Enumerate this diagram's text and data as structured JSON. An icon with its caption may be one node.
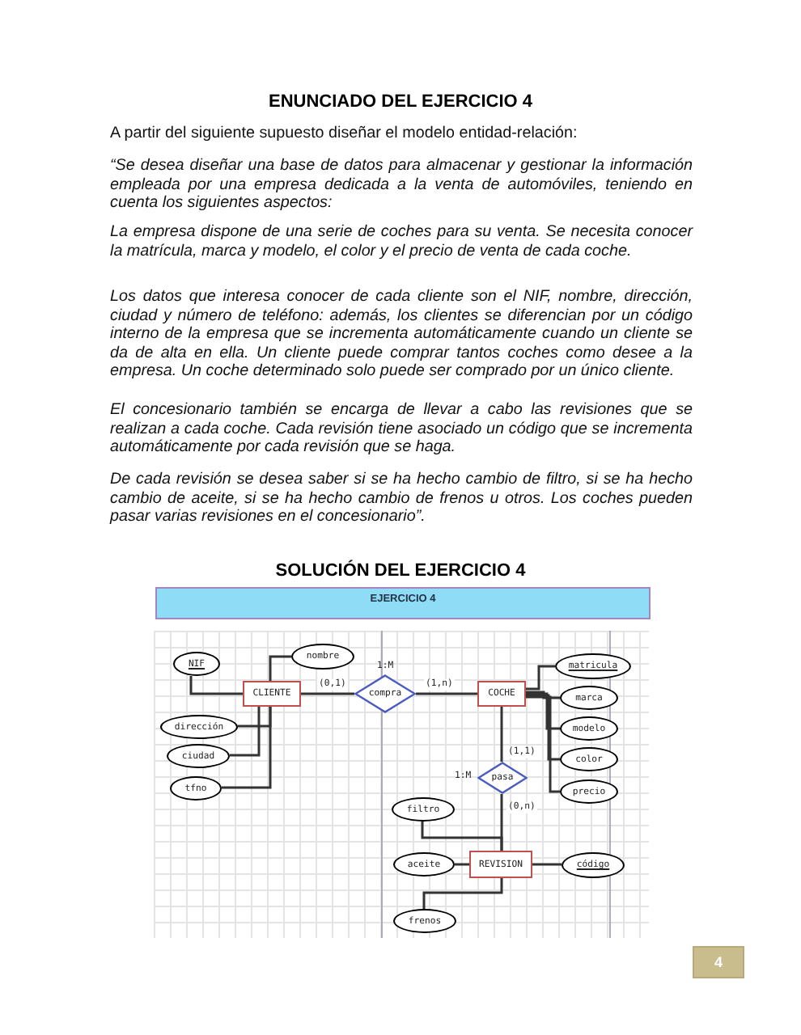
{
  "diagram": {
    "title": "ENUNCIADO DEL EJERCICIO 4",
    "nodes": [
      {
        "text": [
          "NIF"
        ]
      },
      {
        "text": [
          "nombre"
        ]
      },
      {
        "text": [
          "CLIENTE"
        ]
      },
      {
        "text": [
          "compra"
        ],
        "beside": [
          "1:M"
        ]
      },
      {
        "text": [
          "COCHE"
        ]
      },
      {
        "text": [
          "matricula"
        ]
      },
      {
        "text": [
          "marca"
        ]
      },
      {
        "text": [
          "modelo"
        ]
      },
      {
        "text": [
          "color"
        ]
      },
      {
        "text": [
          "precio"
        ]
      },
      {
        "text": [
          "dirección"
        ]
      },
      {
        "text": [
          "ciudad"
        ]
      },
      {
        "text": [
          "tfno"
        ]
      },
      {
        "text": [
          "pasa"
        ],
        "beside": [
          "1:M"
        ]
      },
      {
        "text": [
          "filtro"
        ]
      },
      {
        "text": [
          "aceite"
        ]
      },
      {
        "text": [
          "REVISION"
        ]
      },
      {
        "text": [
          "código"
        ]
      },
      {
        "text": [
          "frenos"
        ]
      }
    ],
    "edges": [
      {
        "from": 2,
        "to": 0,
        "arrow": "none"
      },
      {
        "from": 2,
        "to": 1,
        "arrow": "none"
      },
      {
        "from": 2,
        "to": 10,
        "arrow": "none"
      },
      {
        "from": 2,
        "to": 11,
        "arrow": "none"
      },
      {
        "from": 2,
        "to": 12,
        "arrow": "none"
      },
      {
        "from": 2,
        "to": 3,
        "arrow": "none",
        "label": "(0,1)"
      },
      {
        "from": 3,
        "to": 4,
        "arrow": "none",
        "label": "(1,n)"
      },
      {
        "from": 4,
        "to": 5,
        "arrow": "none"
      },
      {
        "from": 4,
        "to": 6,
        "arrow": "none"
      },
      {
        "from": 4,
        "to": 7,
        "arrow": "none"
      },
      {
        "from": 4,
        "to": 8,
        "arrow": "none"
      },
      {
        "from": 4,
        "to": 9,
        "arrow": "none"
      },
      {
        "from": 4,
        "to": 13,
        "arrow": "none",
        "label": "(1,1)"
      },
      {
        "from": 13,
        "to": 16,
        "arrow": "none",
        "label": "(0,n)"
      },
      {
        "from": 16,
        "to": 14,
        "arrow": "none"
      },
      {
        "from": 16,
        "to": 15,
        "arrow": "none"
      },
      {
        "from": 16,
        "to": 17,
        "arrow": "none"
      },
      {
        "from": 16,
        "to": 18,
        "arrow": "none"
      }
    ],
    "labels": [
      "A partir del siguiente supuesto diseñar el modelo entidad-relación:",
      "“Se desea diseñar una base de datos para almacenar y gestionar la información empleada por una empresa dedicada a la venta de automóviles, teniendo en cuenta los siguientes aspectos:",
      "La empresa dispone de una serie de coches para su venta. Se necesita conocer la matrícula, marca y modelo, el color y el precio de venta de cada coche.",
      "Los datos que interesa conocer de cada cliente son el NIF, nombre, dirección, ciudad y número de teléfono: además, los clientes se diferencian por un código interno de la empresa que se incrementa automáticamente cuando un cliente se da de alta en ella. Un cliente puede comprar tantos coches como desee a la empresa. Un coche determinado solo puede ser comprado por un único cliente.",
      "El concesionario también se encarga de llevar a cabo las revisiones que se realizan a cada coche. Cada revisión tiene asociado un código que se incrementa automáticamente por cada revisión que se haga.",
      "De cada revisión se desea saber si se ha hecho cambio de filtro, si se ha hecho cambio de aceite, si se ha hecho cambio de frenos u otros. Los coches pueden pasar varias revisiones en el concesionario”.",
      "SOLUCIÓN DEL EJERCICIO 4",
      "EJERCICIO 4",
      "4"
    ]
  }
}
